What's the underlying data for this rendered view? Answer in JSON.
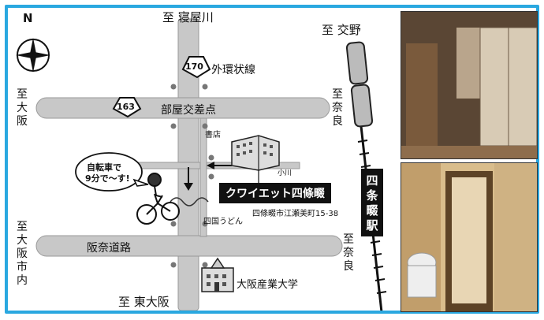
{
  "map": {
    "north_label": "N",
    "to_neyagawa": "至 寝屋川",
    "to_kouno": "至 交野",
    "to_osaka": [
      "至",
      "大",
      "阪"
    ],
    "to_nara_top": [
      "至",
      "奈",
      "良"
    ],
    "to_osaka_shinai": [
      "至",
      "大",
      "阪",
      "市",
      "内"
    ],
    "to_nara_bottom": [
      "至",
      "奈",
      "良"
    ],
    "to_higashiosaka": "至 東大阪",
    "route_170": "170",
    "route_170_label": "外環状線",
    "route_163": "163",
    "heya_intersection": "部屋交差点",
    "bookstore": "書店",
    "river": "小川",
    "bike_bubble_line1": "自転車で",
    "bike_bubble_line2": "9分で～す!",
    "building_name": "クワイエット四條畷",
    "address": "四條畷市江瀬美町15-38",
    "shikoku_udon": "四国うどん",
    "hannan_road": "阪奈道路",
    "university": "大阪産業大学",
    "station": [
      "四",
      "条",
      "畷",
      "駅"
    ]
  },
  "colors": {
    "frame": "#2aa8e0",
    "road": "#c8c8c8",
    "road_edge": "#999999",
    "building_label_bg": "#111111"
  }
}
